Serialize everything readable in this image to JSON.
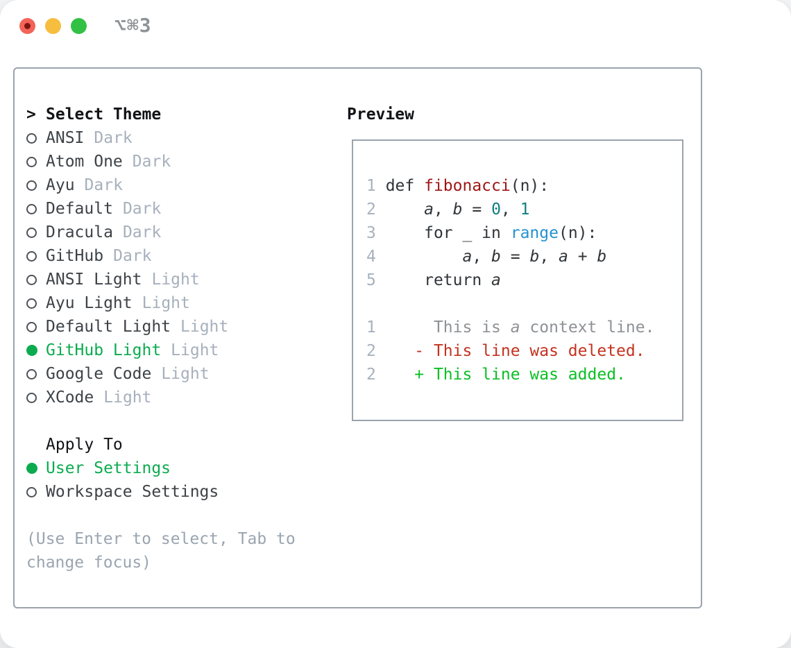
{
  "window": {
    "title": "⌥⌘3"
  },
  "traffic_lights": {
    "close_color": "#f4635a",
    "close_dot_color": "#7c150f",
    "minimize_color": "#f6bd3f",
    "zoom_color": "#32c144"
  },
  "colors": {
    "accent_green": "#0cab4f",
    "function_red": "#9e1616",
    "literal_teal": "#107e82",
    "builtin_blue": "#2492cf",
    "added_green": "#0abf25",
    "deleted_red": "#c4321f",
    "context_gray": "#8e9196",
    "line_number_gray": "#a7b1bd",
    "variant_gray": "#a6b0bc",
    "panel_border_gray": "#9aa3ad"
  },
  "sidebar": {
    "prompt": ">",
    "title": "Select Theme",
    "themes": [
      {
        "name": "ANSI",
        "variant": "Dark",
        "selected": false
      },
      {
        "name": "Atom One",
        "variant": "Dark",
        "selected": false
      },
      {
        "name": "Ayu",
        "variant": "Dark",
        "selected": false
      },
      {
        "name": "Default",
        "variant": "Dark",
        "selected": false
      },
      {
        "name": "Dracula",
        "variant": "Dark",
        "selected": false
      },
      {
        "name": "GitHub",
        "variant": "Dark",
        "selected": false
      },
      {
        "name": "ANSI Light",
        "variant": "Light",
        "selected": false
      },
      {
        "name": "Ayu Light",
        "variant": "Light",
        "selected": false
      },
      {
        "name": "Default Light",
        "variant": "Light",
        "selected": false
      },
      {
        "name": "GitHub Light",
        "variant": "Light",
        "selected": true
      },
      {
        "name": "Google Code",
        "variant": "Light",
        "selected": false
      },
      {
        "name": "XCode",
        "variant": "Light",
        "selected": false
      }
    ],
    "apply_to": {
      "title": "Apply To",
      "options": [
        {
          "name": "User Settings",
          "selected": true
        },
        {
          "name": "Workspace Settings",
          "selected": false
        }
      ]
    },
    "hint": "(Use Enter to select, Tab to change focus)"
  },
  "preview": {
    "title": "Preview",
    "lines": [
      {
        "num": "1",
        "text": "def fibonacci(n):",
        "segments": [
          {
            "t": "def ",
            "c": "code"
          },
          {
            "t": "fibonacci",
            "c": "func"
          },
          {
            "t": "(n):",
            "c": "code"
          }
        ]
      },
      {
        "num": "2",
        "text": "    a, b = 0, 1",
        "segments": [
          {
            "t": "    ",
            "c": "code"
          },
          {
            "t": "a",
            "c": "var"
          },
          {
            "t": ", ",
            "c": "code"
          },
          {
            "t": "b",
            "c": "var"
          },
          {
            "t": " = ",
            "c": "code"
          },
          {
            "t": "0",
            "c": "num"
          },
          {
            "t": ", ",
            "c": "code"
          },
          {
            "t": "1",
            "c": "num"
          }
        ]
      },
      {
        "num": "3",
        "text": "    for _ in range(n):",
        "segments": [
          {
            "t": "    for _ in ",
            "c": "code"
          },
          {
            "t": "range",
            "c": "builtin"
          },
          {
            "t": "(n):",
            "c": "code"
          }
        ]
      },
      {
        "num": "4",
        "text": "        a, b = b, a + b",
        "segments": [
          {
            "t": "        ",
            "c": "code"
          },
          {
            "t": "a",
            "c": "var"
          },
          {
            "t": ", ",
            "c": "code"
          },
          {
            "t": "b",
            "c": "var"
          },
          {
            "t": " = ",
            "c": "code"
          },
          {
            "t": "b",
            "c": "var"
          },
          {
            "t": ", ",
            "c": "code"
          },
          {
            "t": "a",
            "c": "var"
          },
          {
            "t": " + ",
            "c": "code"
          },
          {
            "t": "b",
            "c": "var"
          }
        ]
      },
      {
        "num": "5",
        "text": "    return a",
        "segments": [
          {
            "t": "    return ",
            "c": "code"
          },
          {
            "t": "a",
            "c": "var"
          }
        ]
      },
      {
        "num": "",
        "text": "",
        "segments": []
      },
      {
        "num": "1",
        "text": "      This is a context line.",
        "segments": [
          {
            "t": "     This is ",
            "c": "ctx"
          },
          {
            "t": "a",
            "c": "ctxvar"
          },
          {
            "t": " context line.",
            "c": "ctx"
          }
        ]
      },
      {
        "num": "2",
        "text": "    - This line was deleted.",
        "segments": [
          {
            "t": "   - This line was deleted.",
            "c": "del"
          }
        ]
      },
      {
        "num": "2",
        "text": "    + This line was added.",
        "segments": [
          {
            "t": "   + This line was added.",
            "c": "add"
          }
        ]
      }
    ]
  }
}
